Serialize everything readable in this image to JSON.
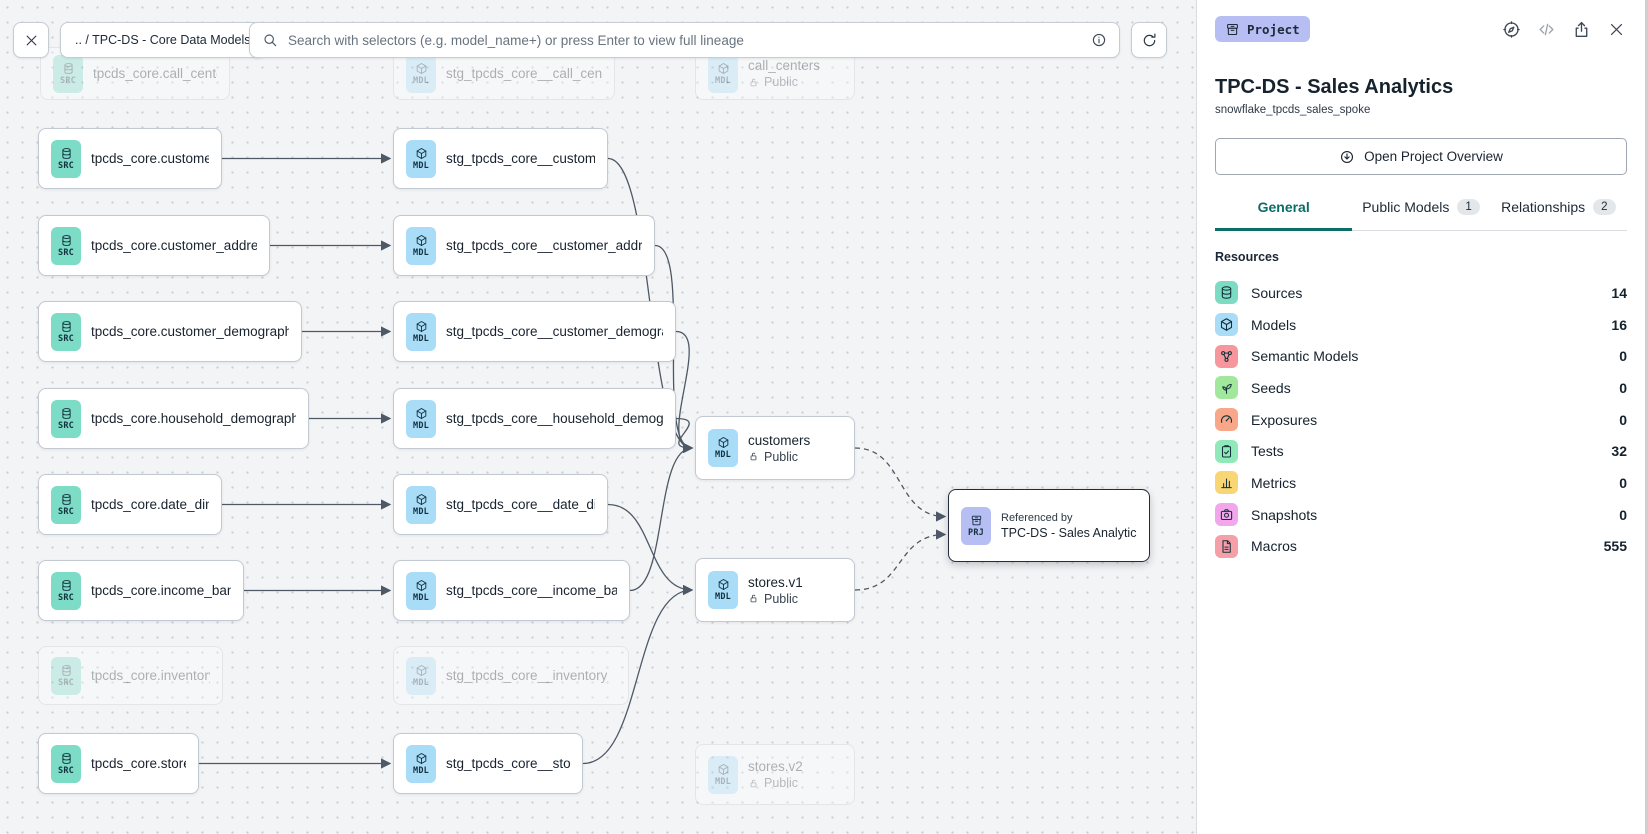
{
  "toolbar": {
    "close_icon": "close-icon",
    "breadcrumb": ".. / TPC-DS - Core Data Models",
    "search_icon": "search-icon",
    "search_placeholder": "Search with selectors (e.g. model_name+) or press Enter to view full lineage",
    "info_icon": "info-icon",
    "refresh_icon": "refresh-icon"
  },
  "graph": {
    "nodes": [
      {
        "id": "src_call_center",
        "type": "SRC",
        "icon": "database-icon",
        "label": "tpcds_core.call_center",
        "faded": true
      },
      {
        "id": "src_customer",
        "type": "SRC",
        "icon": "database-icon",
        "label": "tpcds_core.customer"
      },
      {
        "id": "src_customer_address",
        "type": "SRC",
        "icon": "database-icon",
        "label": "tpcds_core.customer_address"
      },
      {
        "id": "src_customer_demographics",
        "type": "SRC",
        "icon": "database-icon",
        "label": "tpcds_core.customer_demographics"
      },
      {
        "id": "src_household_demographics",
        "type": "SRC",
        "icon": "database-icon",
        "label": "tpcds_core.household_demographics"
      },
      {
        "id": "src_date_dim",
        "type": "SRC",
        "icon": "database-icon",
        "label": "tpcds_core.date_dim"
      },
      {
        "id": "src_income_band",
        "type": "SRC",
        "icon": "database-icon",
        "label": "tpcds_core.income_band"
      },
      {
        "id": "src_inventory",
        "type": "SRC",
        "icon": "database-icon",
        "label": "tpcds_core.inventory",
        "faded": true
      },
      {
        "id": "src_store",
        "type": "SRC",
        "icon": "database-icon",
        "label": "tpcds_core.store"
      },
      {
        "id": "stg_call_center",
        "type": "MDL",
        "icon": "cube-icon",
        "label": "stg_tpcds_core__call_center",
        "faded": true
      },
      {
        "id": "stg_customer",
        "type": "MDL",
        "icon": "cube-icon",
        "label": "stg_tpcds_core__customer"
      },
      {
        "id": "stg_customer_address",
        "type": "MDL",
        "icon": "cube-icon",
        "label": "stg_tpcds_core__customer_address"
      },
      {
        "id": "stg_customer_demographics",
        "type": "MDL",
        "icon": "cube-icon",
        "label": "stg_tpcds_core__customer_demogra…"
      },
      {
        "id": "stg_household_demographics",
        "type": "MDL",
        "icon": "cube-icon",
        "label": "stg_tpcds_core__household_demogr…"
      },
      {
        "id": "stg_date_dim",
        "type": "MDL",
        "icon": "cube-icon",
        "label": "stg_tpcds_core__date_dim"
      },
      {
        "id": "stg_income_band",
        "type": "MDL",
        "icon": "cube-icon",
        "label": "stg_tpcds_core__income_band"
      },
      {
        "id": "stg_inventory",
        "type": "MDL",
        "icon": "cube-icon",
        "label": "stg_tpcds_core__inventory",
        "faded": true
      },
      {
        "id": "stg_store",
        "type": "MDL",
        "icon": "cube-icon",
        "label": "stg_tpcds_core__store"
      },
      {
        "id": "call_centers",
        "type": "MDL",
        "icon": "cube-icon",
        "label": "call_centers",
        "access": "Public",
        "faded": true
      },
      {
        "id": "customers",
        "type": "MDL",
        "icon": "cube-icon",
        "label": "customers",
        "access": "Public"
      },
      {
        "id": "stores_v1",
        "type": "MDL",
        "icon": "cube-icon",
        "label": "stores.v1",
        "access": "Public"
      },
      {
        "id": "stores_v2",
        "type": "MDL",
        "icon": "cube-icon",
        "label": "stores.v2",
        "access": "Public",
        "faded": true
      },
      {
        "id": "prj",
        "type": "PRJ",
        "icon": "project-icon",
        "note": "Referenced by",
        "label": "TPC-DS - Sales Analytics",
        "selected": true
      }
    ],
    "edges": [
      {
        "from": "src_customer",
        "to": "stg_customer",
        "style": "solid"
      },
      {
        "from": "src_customer_address",
        "to": "stg_customer_address",
        "style": "solid"
      },
      {
        "from": "src_customer_demographics",
        "to": "stg_customer_demographics",
        "style": "solid"
      },
      {
        "from": "src_household_demographics",
        "to": "stg_household_demographics",
        "style": "solid"
      },
      {
        "from": "src_date_dim",
        "to": "stg_date_dim",
        "style": "solid"
      },
      {
        "from": "src_income_band",
        "to": "stg_income_band",
        "style": "solid"
      },
      {
        "from": "src_store",
        "to": "stg_store",
        "style": "solid"
      },
      {
        "from": "stg_customer",
        "to": "customers",
        "style": "solid"
      },
      {
        "from": "stg_customer_address",
        "to": "customers",
        "style": "solid"
      },
      {
        "from": "stg_customer_demographics",
        "to": "customers",
        "style": "solid"
      },
      {
        "from": "stg_household_demographics",
        "to": "customers",
        "style": "solid"
      },
      {
        "from": "stg_income_band",
        "to": "customers",
        "style": "solid"
      },
      {
        "from": "stg_date_dim",
        "to": "stores_v1",
        "style": "solid"
      },
      {
        "from": "stg_store",
        "to": "stores_v1",
        "style": "solid"
      },
      {
        "from": "customers",
        "to": "prj",
        "style": "dashed"
      },
      {
        "from": "stores_v1",
        "to": "prj",
        "style": "dashed"
      }
    ]
  },
  "panel": {
    "type_badge": {
      "label": "Project",
      "icon": "project-icon",
      "bg": "#b6bef3"
    },
    "actions": [
      {
        "name": "explore-icon",
        "muted": false
      },
      {
        "name": "code-icon",
        "muted": true
      },
      {
        "name": "share-icon",
        "muted": false
      },
      {
        "name": "close-icon",
        "muted": false
      }
    ],
    "title": "TPC-DS - Sales Analytics",
    "subtitle": "snowflake_tpcds_sales_spoke",
    "overview_button": {
      "label": "Open Project Overview",
      "icon": "project-overview-icon"
    },
    "tabs": [
      {
        "label": "General",
        "badge": "",
        "active": true
      },
      {
        "label": "Public Models",
        "badge": "1",
        "active": false
      },
      {
        "label": "Relationships",
        "badge": "2",
        "active": false
      }
    ],
    "resources_heading": "Resources",
    "resources": [
      {
        "label": "Sources",
        "count": "14",
        "icon": "database-icon",
        "color": "#7cdcc2"
      },
      {
        "label": "Models",
        "count": "16",
        "icon": "cube-icon",
        "color": "#a8dcf7"
      },
      {
        "label": "Semantic Models",
        "count": "0",
        "icon": "semantic-model-icon",
        "color": "#f7969c"
      },
      {
        "label": "Seeds",
        "count": "0",
        "icon": "seed-icon",
        "color": "#a2e89c"
      },
      {
        "label": "Exposures",
        "count": "0",
        "icon": "exposure-icon",
        "color": "#f8a788"
      },
      {
        "label": "Tests",
        "count": "32",
        "icon": "test-icon",
        "color": "#90e9b9"
      },
      {
        "label": "Metrics",
        "count": "0",
        "icon": "metric-icon",
        "color": "#f8d674"
      },
      {
        "label": "Snapshots",
        "count": "0",
        "icon": "snapshot-icon",
        "color": "#f2a6ec"
      },
      {
        "label": "Macros",
        "count": "555",
        "icon": "macro-icon",
        "color": "#f59fa8"
      }
    ]
  },
  "colors": {
    "accent_teal": "#0b6e66",
    "src_badge": "#7ddcc6",
    "mdl_badge": "#a9dcf7",
    "prj_badge": "#b7bef3",
    "edge": "#4d5966",
    "canvas_bg": "#f3f4f6"
  }
}
